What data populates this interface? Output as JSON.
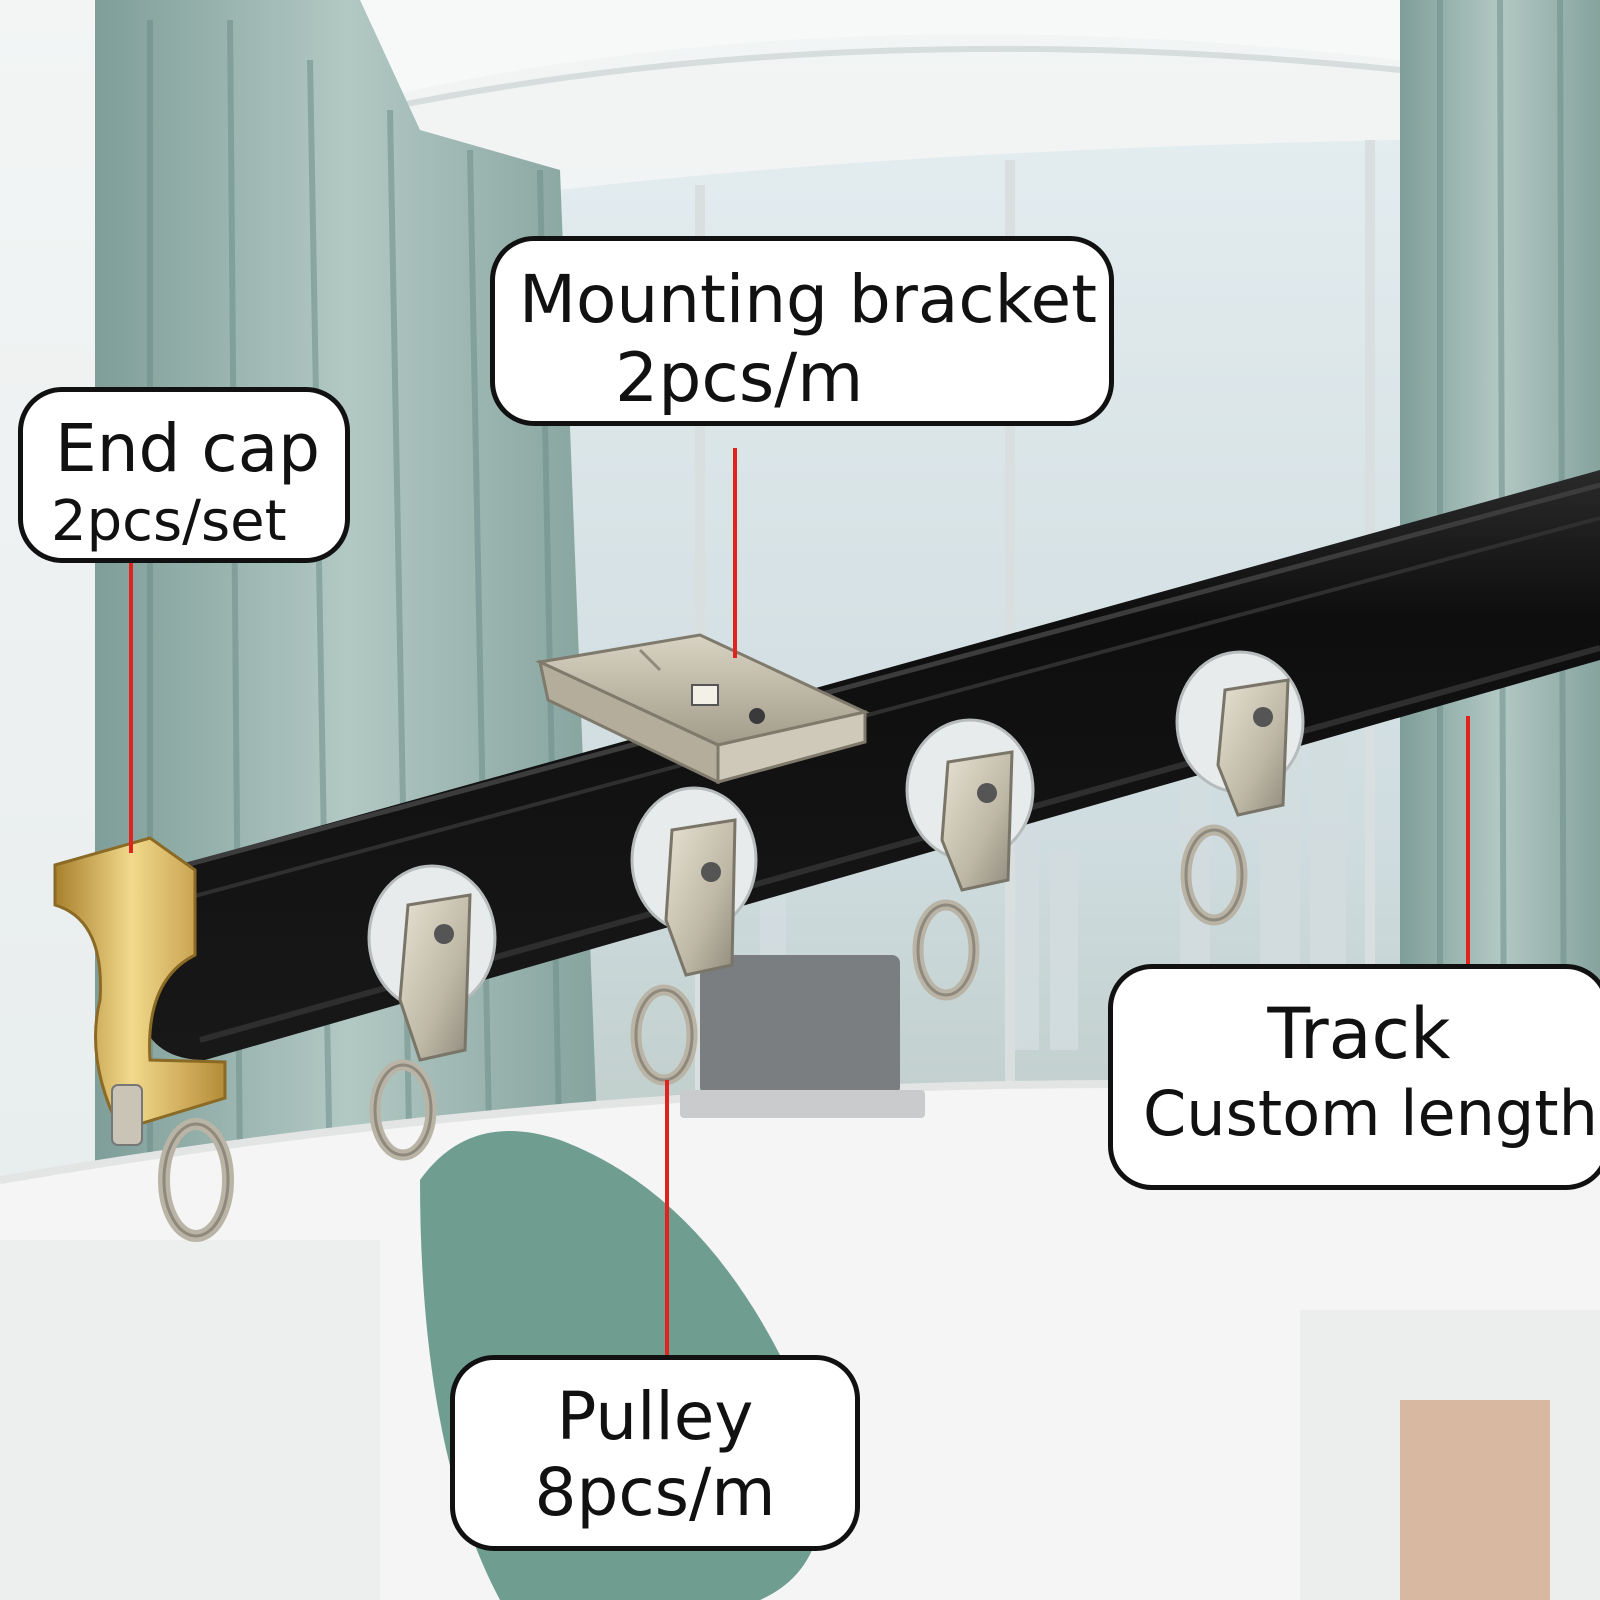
{
  "callouts": {
    "mounting_bracket": {
      "title": "Mounting bracket",
      "quantity": "2pcs/m"
    },
    "end_cap": {
      "title": "End cap",
      "quantity": "2pcs/set"
    },
    "track": {
      "title": "Track",
      "quantity": "Custom length"
    },
    "pulley": {
      "title": "Pulley",
      "quantity": "8pcs/m"
    }
  },
  "colors": {
    "leader_line": "#e0231c",
    "callout_border": "#111111",
    "callout_fill": "#ffffff",
    "track": "#141414",
    "curtain": "#9fb8b3",
    "end_cap_gold": "#d8b45a",
    "pulley_body": "#eceeee",
    "bracket_steel": "#c9c4b5"
  }
}
